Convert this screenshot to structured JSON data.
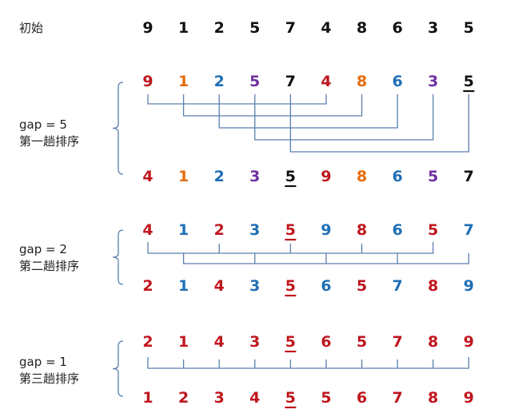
{
  "colors": {
    "red": "#c0161e",
    "orange": "#e46c0a",
    "blue": "#1f6fb5",
    "purple": "#7030a0",
    "black": "#111111",
    "line": "#5b7fad"
  },
  "initial": {
    "label": "初始",
    "values": [
      9,
      1,
      2,
      5,
      7,
      4,
      8,
      6,
      3,
      5
    ]
  },
  "passes": [
    {
      "gap_label": "gap = 5",
      "pass_label": "第一趟排序",
      "before": [
        {
          "v": 9,
          "c": "red"
        },
        {
          "v": 1,
          "c": "orange"
        },
        {
          "v": 2,
          "c": "blue"
        },
        {
          "v": 5,
          "c": "purple"
        },
        {
          "v": 7,
          "c": "black"
        },
        {
          "v": 4,
          "c": "red"
        },
        {
          "v": 8,
          "c": "orange"
        },
        {
          "v": 6,
          "c": "blue"
        },
        {
          "v": 3,
          "c": "purple"
        },
        {
          "v": 5,
          "c": "black",
          "u": true
        }
      ],
      "after": [
        {
          "v": 4,
          "c": "red"
        },
        {
          "v": 1,
          "c": "orange"
        },
        {
          "v": 2,
          "c": "blue"
        },
        {
          "v": 3,
          "c": "purple"
        },
        {
          "v": 5,
          "c": "black",
          "u": true
        },
        {
          "v": 9,
          "c": "red"
        },
        {
          "v": 8,
          "c": "orange"
        },
        {
          "v": 6,
          "c": "blue"
        },
        {
          "v": 5,
          "c": "purple"
        },
        {
          "v": 7,
          "c": "black"
        }
      ]
    },
    {
      "gap_label": "gap = 2",
      "pass_label": "第二趟排序",
      "before": [
        {
          "v": 4,
          "c": "red"
        },
        {
          "v": 1,
          "c": "blue"
        },
        {
          "v": 2,
          "c": "red"
        },
        {
          "v": 3,
          "c": "blue"
        },
        {
          "v": 5,
          "c": "red",
          "u": true
        },
        {
          "v": 9,
          "c": "blue"
        },
        {
          "v": 8,
          "c": "red"
        },
        {
          "v": 6,
          "c": "blue"
        },
        {
          "v": 5,
          "c": "red"
        },
        {
          "v": 7,
          "c": "blue"
        }
      ],
      "after": [
        {
          "v": 2,
          "c": "red"
        },
        {
          "v": 1,
          "c": "blue"
        },
        {
          "v": 4,
          "c": "red"
        },
        {
          "v": 3,
          "c": "blue"
        },
        {
          "v": 5,
          "c": "red",
          "u": true
        },
        {
          "v": 6,
          "c": "blue"
        },
        {
          "v": 5,
          "c": "red"
        },
        {
          "v": 7,
          "c": "blue"
        },
        {
          "v": 8,
          "c": "red"
        },
        {
          "v": 9,
          "c": "blue"
        }
      ]
    },
    {
      "gap_label": "gap = 1",
      "pass_label": "第三趟排序",
      "before": [
        {
          "v": 2,
          "c": "red"
        },
        {
          "v": 1,
          "c": "red"
        },
        {
          "v": 4,
          "c": "red"
        },
        {
          "v": 3,
          "c": "red"
        },
        {
          "v": 5,
          "c": "red",
          "u": true
        },
        {
          "v": 6,
          "c": "red"
        },
        {
          "v": 5,
          "c": "red"
        },
        {
          "v": 7,
          "c": "red"
        },
        {
          "v": 8,
          "c": "red"
        },
        {
          "v": 9,
          "c": "red"
        }
      ],
      "after": [
        {
          "v": 1,
          "c": "red"
        },
        {
          "v": 2,
          "c": "red"
        },
        {
          "v": 3,
          "c": "red"
        },
        {
          "v": 4,
          "c": "red"
        },
        {
          "v": 5,
          "c": "red",
          "u": true
        },
        {
          "v": 5,
          "c": "red"
        },
        {
          "v": 6,
          "c": "red"
        },
        {
          "v": 7,
          "c": "red"
        },
        {
          "v": 8,
          "c": "red"
        },
        {
          "v": 9,
          "c": "red"
        }
      ]
    }
  ]
}
